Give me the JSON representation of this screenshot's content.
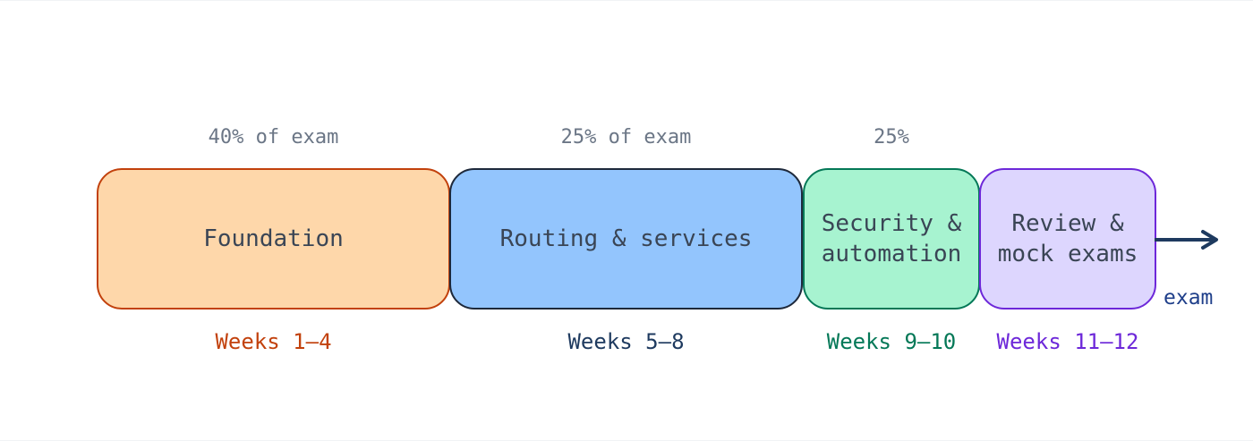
{
  "phases": [
    {
      "label": "Foundation",
      "weight": "40% of exam",
      "weeks": "Weeks 1–4",
      "fill": "#fed7aa",
      "border": "#c2410c",
      "weeks_color": "#c2410c"
    },
    {
      "label": "Routing & services",
      "weight": "25% of exam",
      "weeks": "Weeks 5–8",
      "fill": "#93c5fd",
      "border": "#1e293b",
      "weeks_color": "#1e3a5f"
    },
    {
      "label": "Security &\nautomation",
      "weight": "25%",
      "weeks": "Weeks 9–10",
      "fill": "#a7f3d0",
      "border": "#047857",
      "weeks_color": "#047857"
    },
    {
      "label": "Review &\nmock exams",
      "weight": "",
      "weeks": "Weeks 11–12",
      "fill": "#ddd6fe",
      "border": "#6d28d9",
      "weeks_color": "#6d28d9"
    }
  ],
  "arrow": {
    "label": "exam",
    "color": "#1e3a5f"
  }
}
